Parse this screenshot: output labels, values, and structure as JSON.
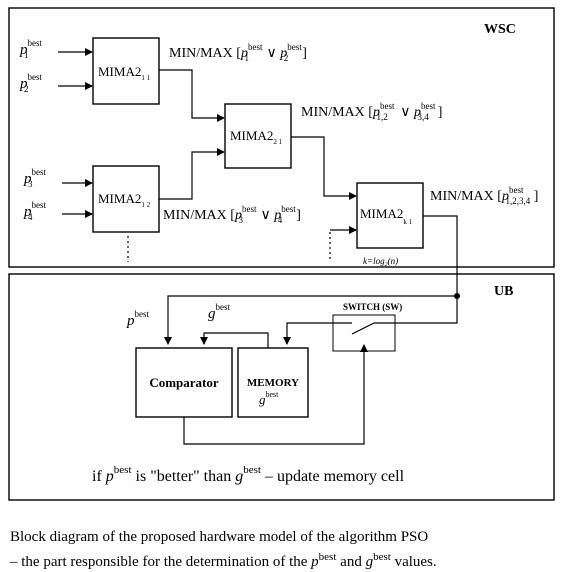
{
  "wsc": {
    "label": "WSC",
    "inputs": [
      {
        "base": "p",
        "sup": "best",
        "sub": "1"
      },
      {
        "base": "p",
        "sup": "best",
        "sub": "2"
      },
      {
        "base": "p",
        "sup": "best",
        "sub": "3"
      },
      {
        "base": "p",
        "sup": "best",
        "sub": "4"
      }
    ],
    "blocks": [
      {
        "name": "MIMA2",
        "sub": "1 1"
      },
      {
        "name": "MIMA2",
        "sub": "1 2"
      },
      {
        "name": "MIMA2",
        "sub": "2 1"
      },
      {
        "name": "MIMA2",
        "sub": "k 1"
      }
    ],
    "outputs": [
      {
        "prefix": "MIN/MAX [",
        "a": "p",
        "a_sup": "best",
        "a_sub": "1",
        "op": " ∨ ",
        "b": "p",
        "b_sup": "best",
        "b_sub": "2",
        "suffix": "]"
      },
      {
        "prefix": "MIN/MAX [",
        "a": "p",
        "a_sup": "best",
        "a_sub": "3",
        "op": " ∨ ",
        "b": "p",
        "b_sup": "best",
        "b_sub": "4",
        "suffix": "]"
      },
      {
        "prefix": "MIN/MAX [",
        "a": "p",
        "a_sup": "best",
        "a_sub": "1,2",
        "op": " ∨ ",
        "b": "p",
        "b_sup": "best",
        "b_sub": "3,4",
        "suffix": "]"
      },
      {
        "prefix": "MIN/MAX [",
        "a": "p",
        "a_sup": "best",
        "a_sub": "1,2,3,4",
        "suffix": " ]"
      }
    ],
    "k_formula": {
      "lhs": "k=log",
      "base": "2",
      "arg": "(n)"
    }
  },
  "ub": {
    "label": "UB",
    "pbest": {
      "base": "p",
      "sup": "best"
    },
    "gbest": {
      "base": "g",
      "sup": "best"
    },
    "switch_label": "SWITCH (SW)",
    "comparator_label": "Comparator",
    "memory_label": "MEMORY",
    "memory_value": {
      "base": "g",
      "sup": "best"
    },
    "condition": {
      "part1": "if ",
      "p": "p",
      "p_sup": "best",
      "part2": " is \"better\" than ",
      "g": "g",
      "g_sup": "best",
      "part3": " – update memory cell"
    }
  },
  "caption": {
    "line1": "Block diagram of the proposed hardware model of the algorithm PSO",
    "line2_a": "– the part responsible for the determination of the ",
    "p": "p",
    "p_sup": "best",
    "line2_b": " and ",
    "g": "g",
    "g_sup": "best",
    "line2_c": " values."
  }
}
